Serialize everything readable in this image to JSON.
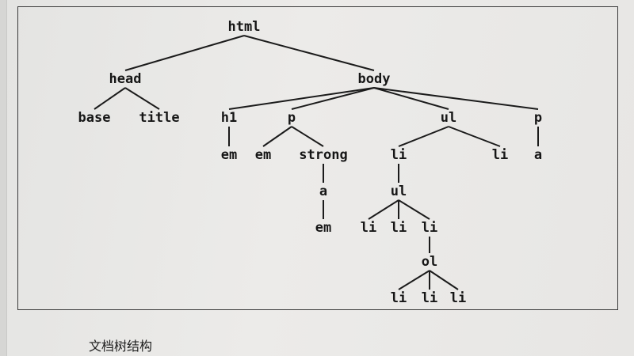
{
  "diagram": {
    "nodes": [
      {
        "id": "html",
        "label": "html"
      },
      {
        "id": "head",
        "label": "head"
      },
      {
        "id": "body",
        "label": "body"
      },
      {
        "id": "base",
        "label": "base"
      },
      {
        "id": "title",
        "label": "title"
      },
      {
        "id": "h1",
        "label": "h1"
      },
      {
        "id": "em1",
        "label": "em"
      },
      {
        "id": "p1",
        "label": "p"
      },
      {
        "id": "em2",
        "label": "em"
      },
      {
        "id": "strong",
        "label": "strong"
      },
      {
        "id": "a1",
        "label": "a"
      },
      {
        "id": "em3",
        "label": "em"
      },
      {
        "id": "ul1",
        "label": "ul"
      },
      {
        "id": "li1",
        "label": "li"
      },
      {
        "id": "ul2",
        "label": "ul"
      },
      {
        "id": "li3",
        "label": "li"
      },
      {
        "id": "li4",
        "label": "li"
      },
      {
        "id": "li5",
        "label": "li"
      },
      {
        "id": "ol",
        "label": "ol"
      },
      {
        "id": "li6",
        "label": "li"
      },
      {
        "id": "li7",
        "label": "li"
      },
      {
        "id": "li8",
        "label": "li"
      },
      {
        "id": "li2",
        "label": "li"
      },
      {
        "id": "p2",
        "label": "p"
      },
      {
        "id": "a2",
        "label": "a"
      }
    ],
    "edges": [
      [
        "html",
        "head"
      ],
      [
        "html",
        "body"
      ],
      [
        "head",
        "base"
      ],
      [
        "head",
        "title"
      ],
      [
        "body",
        "h1"
      ],
      [
        "body",
        "p1"
      ],
      [
        "body",
        "ul1"
      ],
      [
        "body",
        "p2"
      ],
      [
        "h1",
        "em1"
      ],
      [
        "p1",
        "em2"
      ],
      [
        "p1",
        "strong"
      ],
      [
        "strong",
        "a1"
      ],
      [
        "a1",
        "em3"
      ],
      [
        "ul1",
        "li1"
      ],
      [
        "ul1",
        "li2"
      ],
      [
        "li1",
        "ul2"
      ],
      [
        "ul2",
        "li3"
      ],
      [
        "ul2",
        "li4"
      ],
      [
        "ul2",
        "li5"
      ],
      [
        "li5",
        "ol"
      ],
      [
        "ol",
        "li6"
      ],
      [
        "ol",
        "li7"
      ],
      [
        "ol",
        "li8"
      ],
      [
        "p2",
        "a2"
      ]
    ]
  },
  "caption": "文档树结构"
}
